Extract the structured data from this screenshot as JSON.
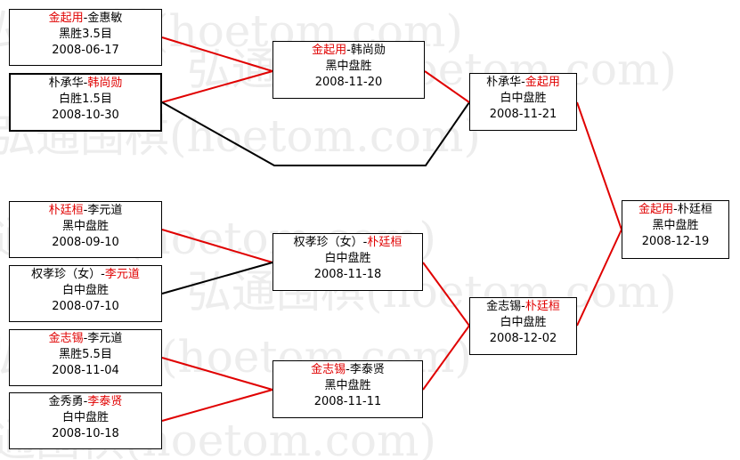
{
  "colors": {
    "winner": "#e00000",
    "line_win": "#e00000",
    "line_lose": "#000000",
    "watermark": "#ededed"
  },
  "watermark_text": "弘通围棋(hoetom.com)",
  "matches": {
    "r1_1": {
      "p1": "金起用",
      "sep": "-",
      "p2": "金惠敏",
      "winner": "p1",
      "result": "黑胜3.5目",
      "date": "2008-06-17"
    },
    "r1_2": {
      "p1": "朴承华",
      "sep": "-",
      "p2": "韩尚勋",
      "winner": "p2",
      "result": "白胜1.5目",
      "date": "2008-10-30"
    },
    "r1_3": {
      "p1": "朴廷桓",
      "sep": "-",
      "p2": "李元道",
      "winner": "p1",
      "result": "黑中盘胜",
      "date": "2008-09-10"
    },
    "r1_4": {
      "p1": "权孝珍（女）",
      "sep": "-",
      "p2": "李元道",
      "winner": "p2",
      "result": "白中盘胜",
      "date": "2008-07-10"
    },
    "r1_5": {
      "p1": "金志锡",
      "sep": "-",
      "p2": "李元道",
      "winner": "p1",
      "result": "黑胜5.5目",
      "date": "2008-11-04"
    },
    "r1_6": {
      "p1": "金秀勇",
      "sep": "-",
      "p2": "李泰贤",
      "winner": "p2",
      "result": "白中盘胜",
      "date": "2008-10-18"
    },
    "r2_1": {
      "p1": "金起用",
      "sep": "-",
      "p2": "韩尚勋",
      "winner": "p1",
      "result": "黑中盘胜",
      "date": "2008-11-20"
    },
    "r2_2": {
      "p1": "权孝珍（女）",
      "sep": "-",
      "p2": "朴廷桓",
      "winner": "p2",
      "result": "白中盘胜",
      "date": "2008-11-18"
    },
    "r2_3": {
      "p1": "金志锡",
      "sep": "-",
      "p2": "李泰贤",
      "winner": "p1",
      "result": "黑中盘胜",
      "date": "2008-11-11"
    },
    "r3_1": {
      "p1": "朴承华",
      "sep": "-",
      "p2": "金起用",
      "winner": "p2",
      "result": "白中盘胜",
      "date": "2008-11-21"
    },
    "r3_2": {
      "p1": "金志锡",
      "sep": "-",
      "p2": "朴廷桓",
      "winner": "p2",
      "result": "白中盘胜",
      "date": "2008-12-02"
    },
    "final": {
      "p1": "金起用",
      "sep": "-",
      "p2": "朴廷桓",
      "winner": "p1",
      "result": "黑中盘胜",
      "date": "2008-12-19"
    }
  }
}
